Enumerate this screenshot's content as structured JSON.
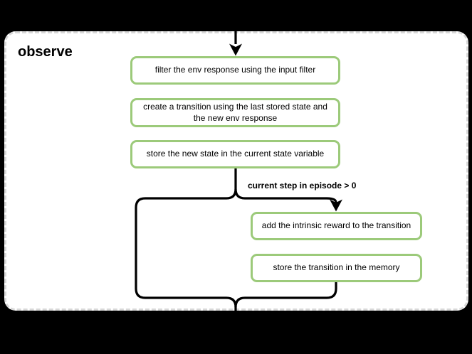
{
  "panel": {
    "title": "observe"
  },
  "flowchart": {
    "condition_label": "current step in episode > 0",
    "nodes": [
      {
        "id": "filter-env-response",
        "label": "filter the env response using the input filter"
      },
      {
        "id": "create-transition",
        "label": "create a transition using the last stored state and the new env response"
      },
      {
        "id": "store-new-state",
        "label": "store the new state in the current state variable"
      },
      {
        "id": "add-intrinsic-reward",
        "label": "add the intrinsic reward to the transition"
      },
      {
        "id": "store-transition",
        "label": "store the transition in the memory"
      }
    ],
    "colors": {
      "node_border": "#9cca7a",
      "connector": "#000000",
      "panel_background": "#ffffff",
      "panel_border": "#d9d9d9",
      "canvas_background": "#000000",
      "text": "#000000"
    }
  }
}
